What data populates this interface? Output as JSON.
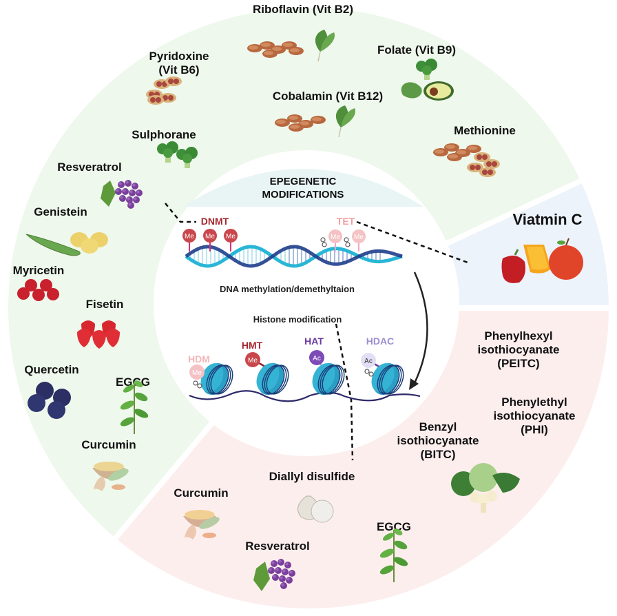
{
  "colors": {
    "ring_green": "#eef8ec",
    "ring_blue": "#edf3fa",
    "ring_pink": "#fdeeee",
    "banner": "#e9f5f4",
    "dnmt": "#a8262e",
    "tet": "#f19ea2",
    "hdm": "#f4b6b8",
    "hmt": "#a8262e",
    "hat": "#6a3aa0",
    "hdac": "#9d8fd0",
    "me_dark": "#c9474c",
    "me_light": "#f4c2c4",
    "ac_dark": "#7c4bb8",
    "ac_light": "#e2def4",
    "dna_light": "#29b6d6",
    "dna_dark": "#1f3e8c",
    "nucleosome": "#35b3d5",
    "linker": "#2e2a6a"
  },
  "center": {
    "title_line1": "EPEGENETIC",
    "title_line2": "MODIFICATIONS",
    "dna_caption": "DNA methylation/demethyltaion",
    "histone_caption": "Histone modification",
    "dna_enzymes": {
      "writer": "DNMT",
      "eraser": "TET"
    },
    "histone_enzymes": [
      "HDM",
      "HMT",
      "HAT",
      "HDAC"
    ],
    "mark_me": "Me",
    "mark_ac": "Ac"
  },
  "sectors": {
    "green": {
      "items": [
        {
          "label": "Riboflavin (Vit B2)",
          "icon": "almonds-spinach-icon"
        },
        {
          "label": "Pyridoxine\n(Vit B6)",
          "icon": "peanuts-icon"
        },
        {
          "label": "Folate (Vit B9)",
          "icon": "broccoli-avocado-icon"
        },
        {
          "label": "Cobalamin (Vit B12)",
          "icon": "almonds-spinach-icon"
        },
        {
          "label": "Sulphorane",
          "icon": "broccoli-icon"
        },
        {
          "label": "Methionine",
          "icon": "nuts-icon"
        },
        {
          "label": "Resveratrol",
          "icon": "grapes-icon"
        },
        {
          "label": "Genistein",
          "icon": "soybean-icon"
        },
        {
          "label": "Myricetin",
          "icon": "berries-icon"
        },
        {
          "label": "Fisetin",
          "icon": "strawberries-icon"
        },
        {
          "label": "Quercetin",
          "icon": "blueberries-icon"
        },
        {
          "label": "EGCG",
          "icon": "tea-leaf-icon"
        },
        {
          "label": "Curcumin",
          "icon": "turmeric-icon"
        }
      ]
    },
    "blue": {
      "items": [
        {
          "label": "Viatmin C",
          "icon": "pepper-orange-apple-icon"
        }
      ]
    },
    "pink": {
      "items": [
        {
          "label": "Phenylhexyl\nisothiocyanate\n(PEITC)",
          "icon": ""
        },
        {
          "label": "Phenylethyl\nisothiocyanate\n(PHI)",
          "icon": ""
        },
        {
          "label": "Benzyl\nisothiocyanate\n(BITC)",
          "icon": "cruciferous-vegetables-icon"
        },
        {
          "label": "Diallyl disulfide",
          "icon": "garlic-icon"
        },
        {
          "label": "Curcumin",
          "icon": "turmeric-icon"
        },
        {
          "label": "Resveratrol",
          "icon": "grapes-icon"
        },
        {
          "label": "EGCG",
          "icon": "tea-leaf-icon"
        }
      ]
    }
  }
}
